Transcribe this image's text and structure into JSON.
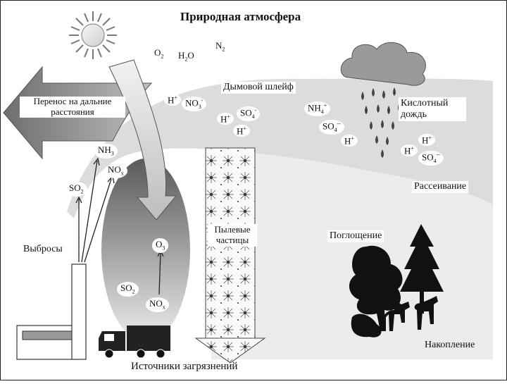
{
  "title": "Природная атмосфера",
  "plume_label": "Дымовой шлейф",
  "transport_label": "Перенос на дальние расстояния",
  "acid_rain_label": "Кислотный дождь",
  "dispersion_label": "Рассеивание",
  "emissions_label": "Выбросы",
  "dust_label": "Пылевые частицы",
  "absorption_label": "Поглощение",
  "accumulation_label": "Накопление",
  "sources_label": "Источники загрязнений",
  "chemicals": {
    "o2": {
      "base": "O",
      "sub": "2"
    },
    "h2o": {
      "base": "H",
      "sub": "2",
      "tail": "O"
    },
    "n2": {
      "base": "N",
      "sub": "2"
    },
    "nh3": {
      "base": "NH",
      "sub": "3"
    },
    "nox_plume": {
      "base": "NO",
      "sub": "x"
    },
    "so2_plume": {
      "base": "SO",
      "sub": "2"
    },
    "h_1": {
      "base": "H",
      "sup": "+"
    },
    "no3": {
      "base": "NO",
      "sub": "3",
      "sup": "-"
    },
    "h_2": {
      "base": "H",
      "sup": "+"
    },
    "so4_1": {
      "base": "SO",
      "sub": "4",
      "sup": "-"
    },
    "h_3": {
      "base": "H",
      "sup": "+"
    },
    "nh4": {
      "base": "NH",
      "sub": "4",
      "sup": "+"
    },
    "so4_2": {
      "base": "SO",
      "sub": "4",
      "sup": "--"
    },
    "h_4": {
      "base": "H",
      "sup": "+"
    },
    "h_5": {
      "base": "H",
      "sup": "+"
    },
    "h_6": {
      "base": "H",
      "sup": "+"
    },
    "so4_3": {
      "base": "SO",
      "sub": "4",
      "sup": "--"
    },
    "o3": {
      "base": "O",
      "sub": "3"
    },
    "so2_src": {
      "base": "SO",
      "sub": "2"
    },
    "nox_src": {
      "base": "NO",
      "sub": "x"
    }
  },
  "colors": {
    "frame": "#222222",
    "panel_gray": "#e8e8e8",
    "plume": "#d8d8d8",
    "arrow": "#8a8a8a"
  }
}
